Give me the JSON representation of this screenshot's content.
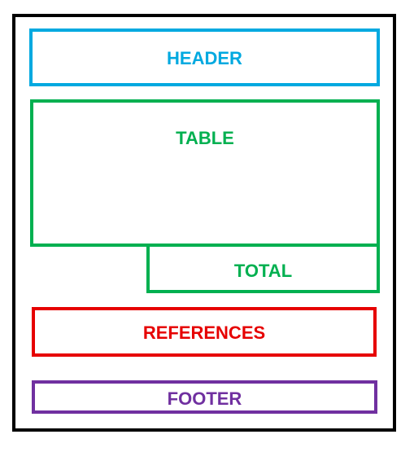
{
  "diagram": {
    "colors": {
      "frame": "#000000",
      "header": "#00a9e0",
      "table": "#00b050",
      "total": "#00b050",
      "references": "#e60000",
      "footer": "#7030a0"
    },
    "sections": {
      "header": {
        "label": "HEADER"
      },
      "table": {
        "label": "TABLE"
      },
      "total": {
        "label": "TOTAL"
      },
      "references": {
        "label": "REFERENCES"
      },
      "footer": {
        "label": "FOOTER"
      }
    }
  }
}
